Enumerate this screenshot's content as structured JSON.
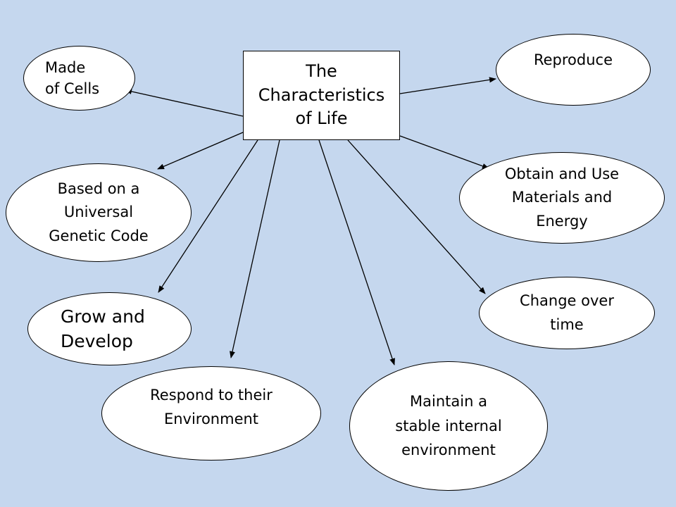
{
  "diagram": {
    "background": "#c5d7ee",
    "center": {
      "label": "The\nCharacteristics\nof Life"
    },
    "nodes": [
      {
        "id": "made-of-cells",
        "label": "Made\nof Cells"
      },
      {
        "id": "reproduce",
        "label": "Reproduce"
      },
      {
        "id": "universal-code",
        "label": "Based on a\nUniversal\nGenetic Code"
      },
      {
        "id": "obtain-energy",
        "label": "Obtain and Use\nMaterials and\nEnergy"
      },
      {
        "id": "grow-develop",
        "label": "Grow and\nDevelop"
      },
      {
        "id": "change-time",
        "label": "Change over\ntime"
      },
      {
        "id": "respond",
        "label": "Respond to their\nEnvironment"
      },
      {
        "id": "maintain",
        "label": "Maintain a\nstable internal\nenvironment"
      }
    ]
  }
}
